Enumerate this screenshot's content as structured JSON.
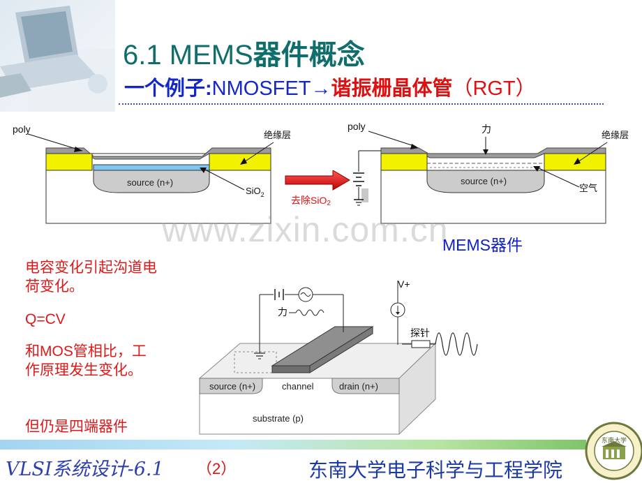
{
  "header": {
    "title_prefix": "6.1 MEMS",
    "title_suffix": "器件概念",
    "subtitle_lead": "一个例子:",
    "subtitle_mid": "NMOSFET→",
    "subtitle_red": "谐振栅晶体管",
    "subtitle_tail": "（RGT）"
  },
  "diagram_left": {
    "poly": "poly",
    "insulator": "绝缘层",
    "source": "source (n+)",
    "sio2": "SiO",
    "sio2_sub": "2"
  },
  "arrow_label": "去除SiO",
  "arrow_label_sub": "2",
  "diagram_right": {
    "poly": "poly",
    "force": "力",
    "insulator": "绝缘层",
    "source": "source (n+)",
    "air": "空气"
  },
  "mems_label": "MEMS器件",
  "watermark": "www.zixin.com.cn",
  "notes": {
    "n1": "电容变化引起沟道电荷变化。",
    "n2": "Q=CV",
    "n3": "和MOS管相比，工作原理发生变化。",
    "n4": "但仍是四端器件"
  },
  "diagram_3d": {
    "vplus": "V+",
    "force": "力",
    "probe": "探针",
    "source": "source (n+)",
    "channel": "channel",
    "drain": "drain (n+)",
    "substrate": "substrate (p)"
  },
  "footer": {
    "course": "VLSI系统设计-6.1",
    "page": "（2）",
    "school": "东南大学电子科学与工程学院"
  },
  "logo": {
    "text": "东南大学"
  }
}
